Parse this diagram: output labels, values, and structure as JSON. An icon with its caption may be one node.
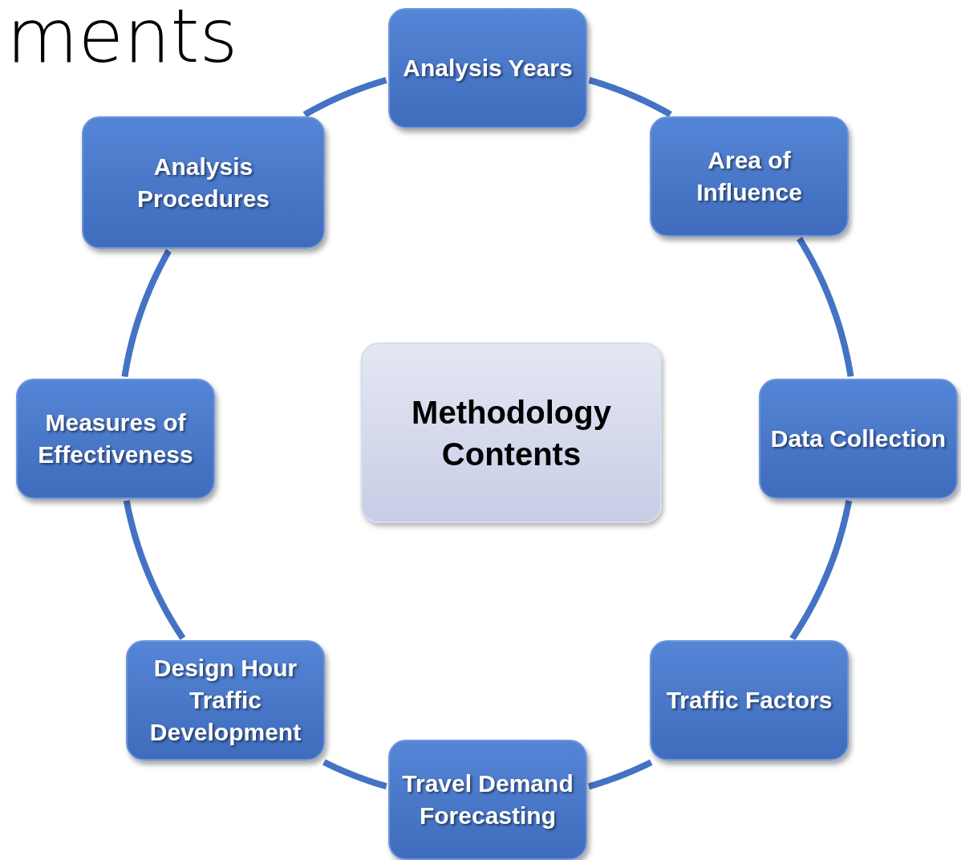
{
  "diagram": {
    "nodes": [
      {
        "text": [
          "Methodology Contents"
        ]
      },
      {
        "text": [
          "Analysis Years"
        ]
      },
      {
        "text": [
          "Area of Influence"
        ]
      },
      {
        "text": [
          "Data Collection"
        ]
      },
      {
        "text": [
          "Traffic Factors"
        ]
      },
      {
        "text": [
          "Travel Demand Forecasting"
        ]
      },
      {
        "text": [
          "Design Hour Traffic Development"
        ]
      },
      {
        "text": [
          "Measures of Effectiveness"
        ]
      },
      {
        "text": [
          "Analysis Procedures"
        ]
      }
    ],
    "edges": [
      {
        "from": 1,
        "to": 2,
        "arrow": "none"
      },
      {
        "from": 2,
        "to": 3,
        "arrow": "none"
      },
      {
        "from": 3,
        "to": 4,
        "arrow": "none"
      },
      {
        "from": 4,
        "to": 5,
        "arrow": "none"
      },
      {
        "from": 5,
        "to": 6,
        "arrow": "none"
      },
      {
        "from": 6,
        "to": 7,
        "arrow": "none"
      },
      {
        "from": 7,
        "to": 8,
        "arrow": "none"
      },
      {
        "from": 8,
        "to": 1,
        "arrow": "none"
      }
    ],
    "labels": [
      "ments"
    ]
  }
}
